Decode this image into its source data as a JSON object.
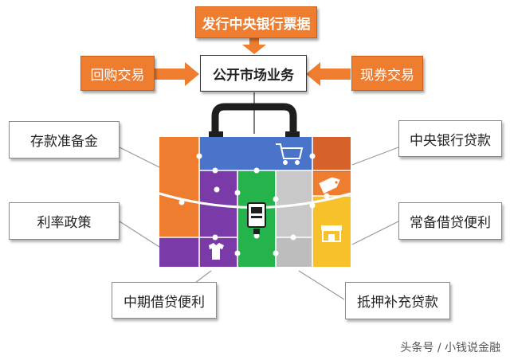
{
  "center": "公开市场业务",
  "top": "发行中央银行票据",
  "left_arrow_box": "回购交易",
  "right_arrow_box": "现券交易",
  "tools": {
    "deposit_reserve": "存款准备金",
    "interest_rate": "利率政策",
    "mlf": "中期借贷便利",
    "central_bank_loan": "中央银行贷款",
    "slf": "常备借贷便利",
    "psl": "抵押补充贷款"
  },
  "watermark": "头条号 / 小钱说金融",
  "icon_names": [
    "shopping-cart-icon",
    "price-tag-icon",
    "storefront-icon",
    "tshirt-icon",
    "lock-icon"
  ],
  "colors": {
    "orange": "#ef7d30",
    "dark_orange": "#d6622a",
    "blue": "#4a74c9",
    "purple": "#7a3aa8",
    "green": "#25b34b",
    "gray": "#c8c8c8",
    "yellow": "#f6c12a",
    "arrow": "#ef7d30"
  }
}
